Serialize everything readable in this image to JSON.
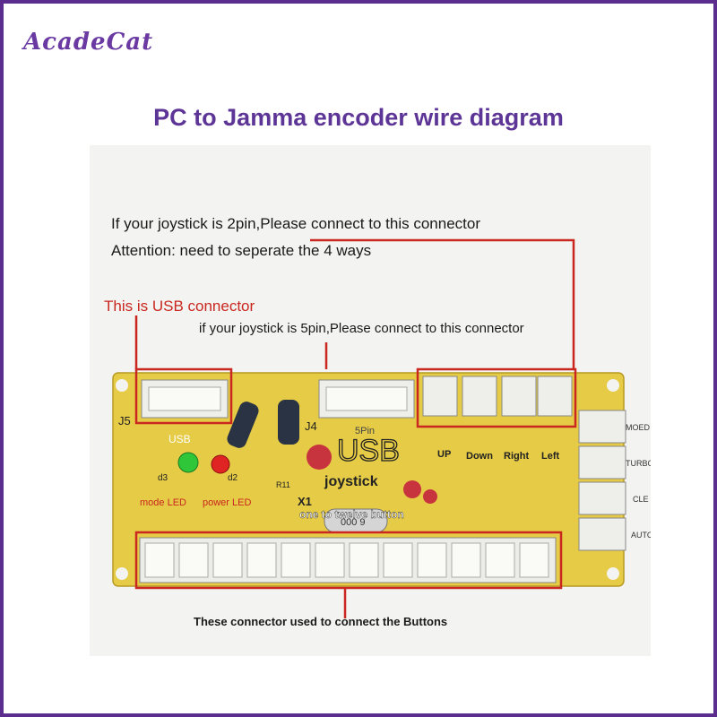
{
  "brand": {
    "logo_text": "AcadeCat"
  },
  "page": {
    "title": "PC to Jamma encoder wire diagram"
  },
  "captions": {
    "two_pin_line1": "If your joystick is 2pin,Please connect to this connector",
    "two_pin_line2": "Attention: need to seperate the 4 ways",
    "usb_connector": "This is USB connector",
    "five_pin": "if your joystick is 5pin,Please connect to this connector",
    "buttons": "These connector used to connect the Buttons"
  },
  "board": {
    "label_j5": "J5",
    "label_j4": "J4",
    "label_5pin": "5Pin",
    "label_usb_led": "USB",
    "big_usb": "USB",
    "joystick": "joystick",
    "x1": "X1",
    "one_to_twelve": "one to twelve button",
    "crystal": "000 9",
    "dir_up": "UP",
    "dir_down": "Down",
    "dir_right": "Right",
    "dir_left": "Left",
    "side_mode": "MOED",
    "side_turbo": "TURBO",
    "side_clear": "CLE",
    "side_auto": "AUTO",
    "mode_led": "mode LED",
    "power_led": "power LED",
    "d3": "d3",
    "d2": "d2",
    "r11": "R11",
    "colors": {
      "pcb": "#e8cd4a",
      "connector": "#eeeeea",
      "callout": "#c9271f",
      "led_green": "#2fc63a",
      "led_red": "#e02424",
      "cap_red": "#c8343e"
    }
  }
}
